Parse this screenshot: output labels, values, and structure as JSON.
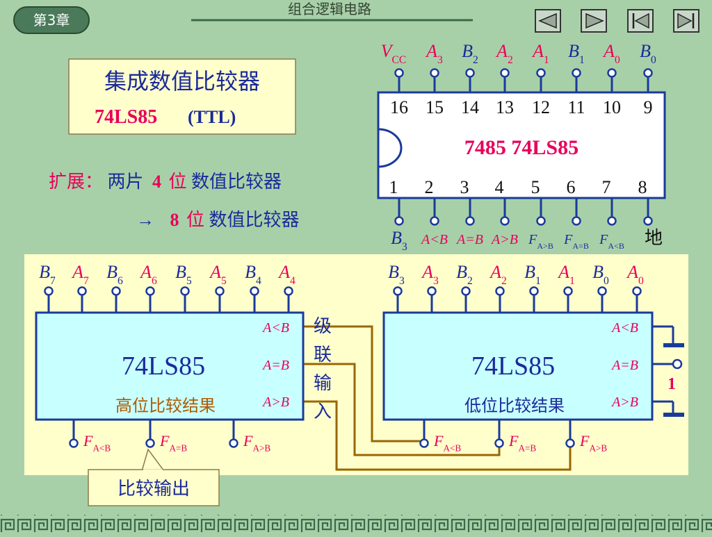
{
  "header": {
    "chapter_badge": "第3章",
    "title": "组合逻辑电路"
  },
  "nav": {
    "prev_icon": "triangle-left-icon",
    "next_icon": "triangle-right-icon",
    "first_icon": "first-page-icon",
    "last_icon": "last-page-icon"
  },
  "intro": {
    "heading": "集成数值比较器",
    "part": "74LS85",
    "tech": "(TTL)"
  },
  "expansion": {
    "label": "扩展：",
    "line1_pre": "两片",
    "line1_num": "4",
    "line1_wei": "位",
    "line1_rest": "数值比较器",
    "arrow": "→",
    "line2_num": "8",
    "line2_wei": "位",
    "line2_rest": "数值比较器"
  },
  "chip": {
    "name": "7485  74LS85",
    "top_pins": [
      {
        "num": "16",
        "label": "V",
        "sub": "CC"
      },
      {
        "num": "15",
        "label": "A",
        "sub": "3"
      },
      {
        "num": "14",
        "label": "B",
        "sub": "2"
      },
      {
        "num": "13",
        "label": "A",
        "sub": "2"
      },
      {
        "num": "12",
        "label": "A",
        "sub": "1"
      },
      {
        "num": "11",
        "label": "B",
        "sub": "1"
      },
      {
        "num": "10",
        "label": "A",
        "sub": "0"
      },
      {
        "num": "9",
        "label": "B",
        "sub": "0"
      }
    ],
    "bottom_pins": [
      {
        "num": "1",
        "label": "B",
        "sub": "3"
      },
      {
        "num": "2",
        "label": "A<B",
        "sub": ""
      },
      {
        "num": "3",
        "label": "A=B",
        "sub": ""
      },
      {
        "num": "4",
        "label": "A>B",
        "sub": ""
      },
      {
        "num": "5",
        "label": "F",
        "sub": "A>B"
      },
      {
        "num": "6",
        "label": "F",
        "sub": "A=B"
      },
      {
        "num": "7",
        "label": "F",
        "sub": "A<B"
      },
      {
        "num": "8",
        "label": "地",
        "sub": ""
      }
    ]
  },
  "high_chip": {
    "name": "74LS85",
    "caption": "高位比较结果",
    "cascade_inputs": [
      "A<B",
      "A=B",
      "A>B"
    ],
    "inputs": [
      {
        "label": "B",
        "sub": "7"
      },
      {
        "label": "A",
        "sub": "7"
      },
      {
        "label": "B",
        "sub": "6"
      },
      {
        "label": "A",
        "sub": "6"
      },
      {
        "label": "B",
        "sub": "5"
      },
      {
        "label": "A",
        "sub": "5"
      },
      {
        "label": "B",
        "sub": "4"
      },
      {
        "label": "A",
        "sub": "4"
      }
    ],
    "outputs": [
      {
        "label": "F",
        "sub": "A<B"
      },
      {
        "label": "F",
        "sub": "A=B"
      },
      {
        "label": "F",
        "sub": "A>B"
      }
    ]
  },
  "low_chip": {
    "name": "74LS85",
    "caption": "低位比较结果",
    "cascade_inputs": [
      "A<B",
      "A=B",
      "A>B"
    ],
    "inputs": [
      {
        "label": "B",
        "sub": "3"
      },
      {
        "label": "A",
        "sub": "3"
      },
      {
        "label": "B",
        "sub": "2"
      },
      {
        "label": "A",
        "sub": "2"
      },
      {
        "label": "B",
        "sub": "1"
      },
      {
        "label": "A",
        "sub": "1"
      },
      {
        "label": "B",
        "sub": "0"
      },
      {
        "label": "A",
        "sub": "0"
      }
    ],
    "outputs": [
      {
        "label": "F",
        "sub": "A<B"
      },
      {
        "label": "F",
        "sub": "A=B"
      },
      {
        "label": "F",
        "sub": "A>B"
      }
    ],
    "cascade_high_level": "1"
  },
  "cascade_label": [
    "级",
    "联",
    "输",
    "入"
  ],
  "callout": "比较输出",
  "colors": {
    "background": "#a8d0a8",
    "chip_fill": "#c8ffff",
    "panel_fill": "#ffffcc",
    "wire": "#996600",
    "pin_blue": "#1a3a9a",
    "text_red": "#e8005a",
    "text_navy": "#1a2a9a"
  }
}
